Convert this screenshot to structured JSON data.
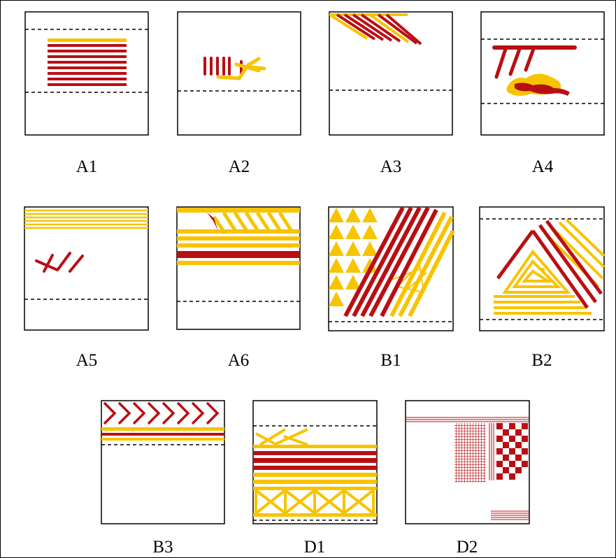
{
  "panels": [
    {
      "id": "A1",
      "label": "A1"
    },
    {
      "id": "A2",
      "label": "A2"
    },
    {
      "id": "A3",
      "label": "A3"
    },
    {
      "id": "A4",
      "label": "A4"
    },
    {
      "id": "A5",
      "label": "A5"
    },
    {
      "id": "A6",
      "label": "A6"
    },
    {
      "id": "B1",
      "label": "B1"
    },
    {
      "id": "B2",
      "label": "B2"
    },
    {
      "id": "B3",
      "label": "B3"
    },
    {
      "id": "D1",
      "label": "D1"
    },
    {
      "id": "D2",
      "label": "D2"
    }
  ],
  "colors": {
    "red": "#b80f14",
    "yellow": "#f7c400",
    "border": "#000000"
  }
}
